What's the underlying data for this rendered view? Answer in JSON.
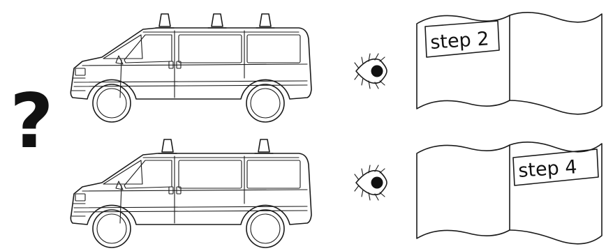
{
  "symbols": {
    "question": "?"
  },
  "rows": [
    {
      "van": "van-with-three-roof-lamps",
      "manual_step": "step 2",
      "step_page": "left"
    },
    {
      "van": "van-with-two-roof-lamps",
      "manual_step": "step 4",
      "step_page": "right"
    }
  ],
  "colors": {
    "line": "#1a1a1a",
    "background": "#ffffff"
  }
}
